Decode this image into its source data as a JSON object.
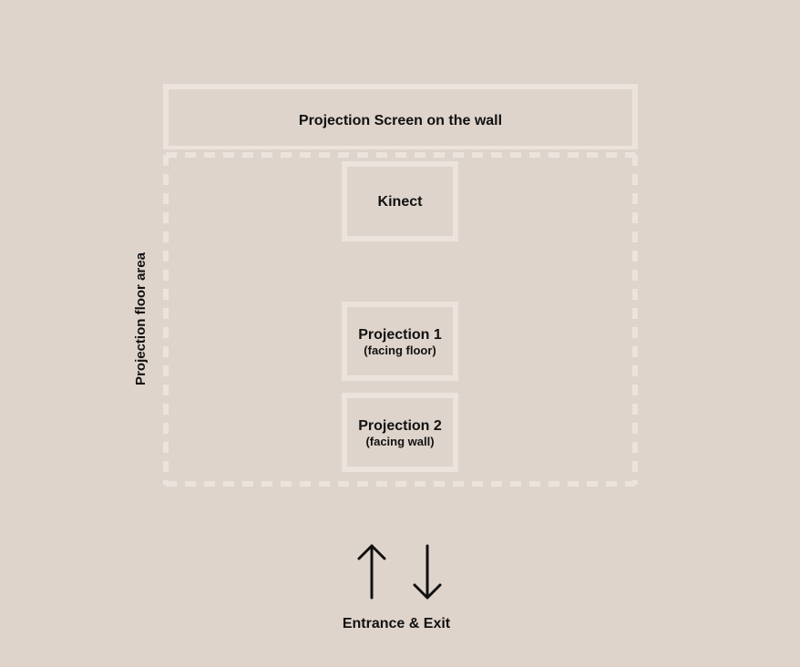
{
  "diagram": {
    "screen_label": "Projection Screen on the wall",
    "floor_label": "Projection floor area",
    "kinect_label": "Kinect",
    "projection1": {
      "title": "Projection 1",
      "note": "(facing floor)"
    },
    "projection2": {
      "title": "Projection 2",
      "note": "(facing wall)"
    },
    "entrance_label": "Entrance & Exit"
  },
  "colors": {
    "background": "#dfd4cb",
    "outline": "#ece4dc",
    "text": "#111111"
  },
  "icons": [
    "arrow-up-icon",
    "arrow-down-icon"
  ]
}
